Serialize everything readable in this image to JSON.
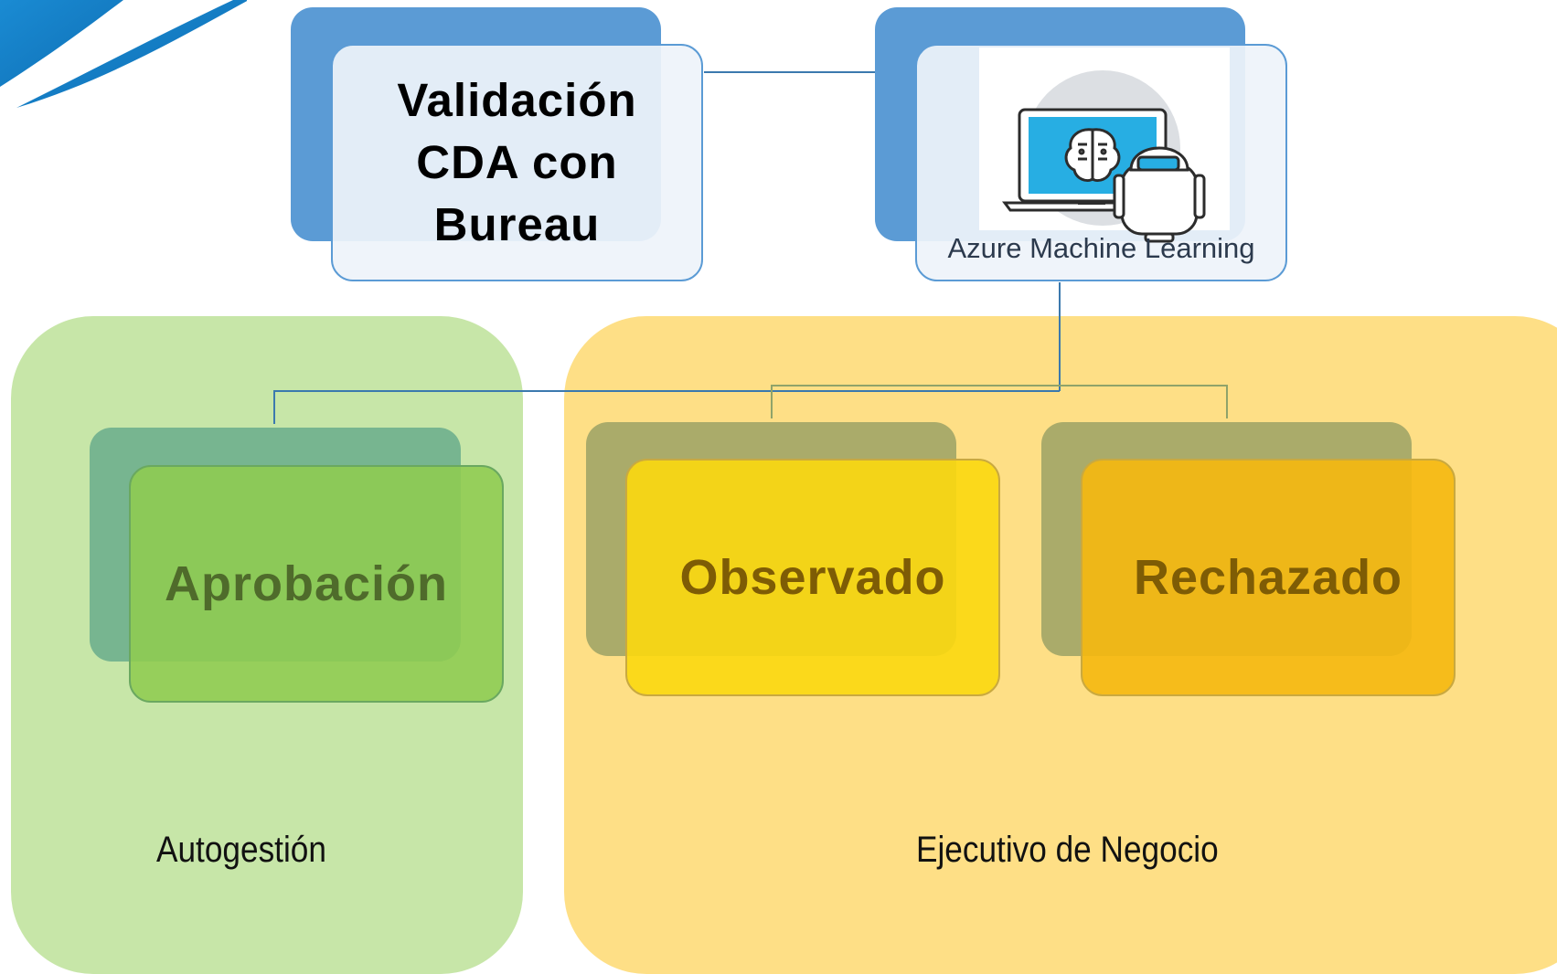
{
  "colors": {
    "region_green": "#c7e6a8",
    "region_yellow": "#fedf86",
    "blue_shadow": "#5b9bd5",
    "front_white": "#eef3fa",
    "front_border_blue": "#5b9bd5",
    "green_shadow": "#77b590",
    "green_front": "#8fcc50",
    "green_text": "#4f6b2b",
    "olive_shadow": "#aaab6a",
    "yellow_front": "#fbd80f",
    "orange_front": "#f5b80f",
    "brown_text": "#7e5c05",
    "connector_blue": "#3b79ae",
    "connector_olive": "#8fa36a",
    "logo_blue": "#1a8bd3"
  },
  "top_nodes": {
    "validation": {
      "label_line1": "Validación",
      "label_line2": "CDA con",
      "label_line3": "Bureau"
    },
    "azure": {
      "label": "Azure Machine Learning",
      "icon": "azure-ml-laptop-brain-robot-icon"
    }
  },
  "outcomes": {
    "approval": {
      "label": "Aprobación"
    },
    "observed": {
      "label": "Observado"
    },
    "rejected": {
      "label": "Rechazado"
    }
  },
  "regions": {
    "self_service": {
      "label": "Autogestión"
    },
    "business_exec": {
      "label": "Ejecutivo de Negocio"
    }
  },
  "decor": {
    "corner_logo_icon": "blue-swoosh-logo-icon"
  }
}
